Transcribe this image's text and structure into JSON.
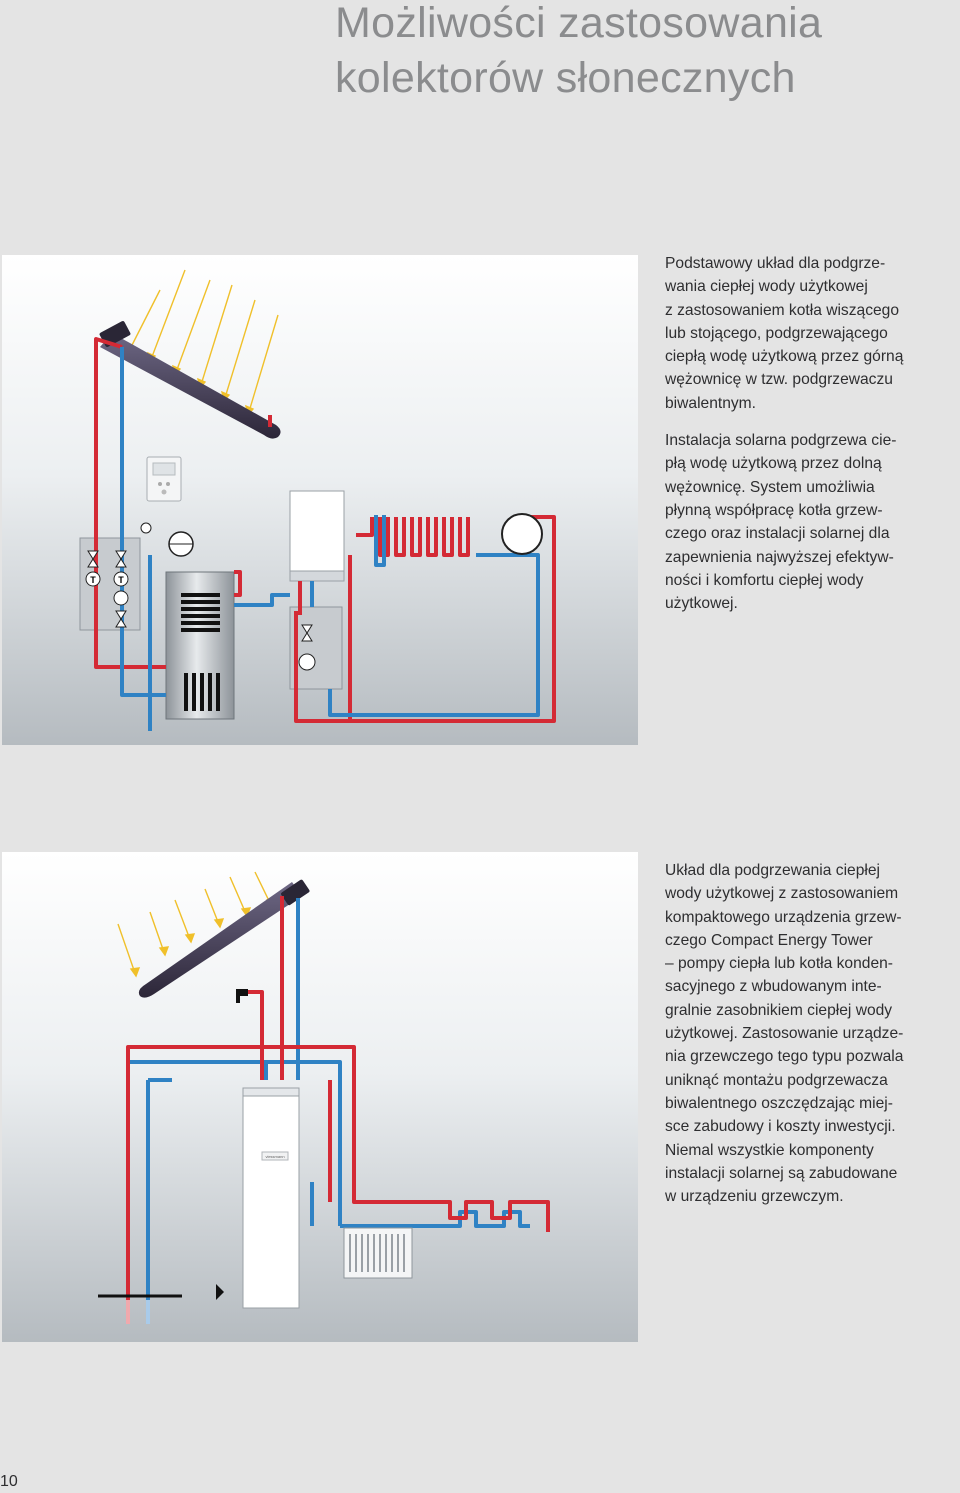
{
  "title": {
    "line1": "Możliwości zastosowania",
    "line2": "kolektorów słonecznych"
  },
  "section1": {
    "para1": [
      "Podstawowy układ dla podgrze-",
      "wania ciepłej wody użytkowej",
      "z zastosowaniem kotła wiszącego",
      "lub stojącego, podgrzewającego",
      "ciepłą wodę użytkową przez górną",
      "wężownicę w tzw. podgrzewaczu",
      "biwalentnym."
    ],
    "para2": [
      "Instalacja solarna podgrzewa cie-",
      "płą wodę użytkową przez dolną",
      "wężownicę. System umożliwia",
      "płynną współpracę kotła grzew-",
      "czego oraz instalacji solarnej dla",
      "zapewnienia najwyższej efektyw-",
      "ności i komfortu ciepłej wody",
      "użytkowej."
    ],
    "diagram": {
      "sensor_label_1": "T",
      "sensor_label_2": "T"
    }
  },
  "section2": {
    "para1": [
      "Układ dla podgrzewania ciepłej",
      "wody użytkowej z zastosowaniem",
      "kompaktowego urządzenia grzew-",
      "czego Compact Energy Tower",
      "– pompy ciepła lub kotła konden-",
      "sacyjnego z wbudowanym inte-",
      "gralnie zasobnikiem ciepłej wody",
      "użytkowej. Zastosowanie urządze-",
      "nia grzewczego tego typu pozwala",
      "uniknąć montażu podgrzewacza",
      "biwalentnego oszczędzając miej-",
      "sce zabudowy i koszty inwestycji.",
      "Niemal wszystkie komponenty",
      "instalacji solarnej są zabudowane",
      "w urządzeniu grzewczym."
    ],
    "diagram": {
      "brand_label": "viessmann"
    }
  },
  "page_number": "10",
  "colors": {
    "background": "#e4e4e4",
    "title": "#8b8c8e",
    "text": "#2e2e30",
    "hot_pipe": "#d42a35",
    "cold_pipe": "#2f82c4",
    "sun_ray": "#f0c02a",
    "collector": "#3c3550"
  },
  "icons": [
    "sun-ray-icon",
    "collector-panel-icon",
    "controller-icon",
    "valve-icon",
    "pump-icon",
    "thermometer-icon",
    "tap-icon"
  ]
}
